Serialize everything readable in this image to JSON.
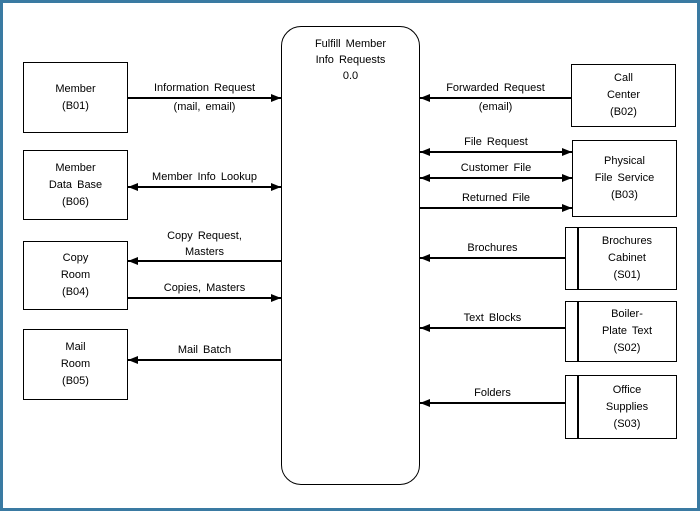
{
  "frame": {
    "border_color": "#3a7aa2",
    "background": "#ffffff"
  },
  "process": {
    "code": "0.0",
    "lines": [
      "Fulfill Member",
      "Info Requests",
      "0.0"
    ]
  },
  "entities": [
    {
      "name": "member",
      "code": "B01",
      "lines": [
        "Member",
        "(B01)"
      ]
    },
    {
      "name": "member-data-base",
      "code": "B06",
      "lines": [
        "Member",
        "Data Base",
        "(B06)"
      ]
    },
    {
      "name": "copy-room",
      "code": "B04",
      "lines": [
        "Copy",
        "Room",
        "(B04)"
      ]
    },
    {
      "name": "mail-room",
      "code": "B05",
      "lines": [
        "Mail",
        "Room",
        "(B05)"
      ]
    },
    {
      "name": "call-center",
      "code": "B02",
      "lines": [
        "Call",
        "Center",
        "(B02)"
      ]
    },
    {
      "name": "physical-file-service",
      "code": "B03",
      "lines": [
        "Physical",
        "File Service",
        "(B03)"
      ]
    },
    {
      "name": "brochures-cabinet",
      "code": "S01",
      "datastore": true,
      "lines": [
        "Brochures",
        "Cabinet",
        "(S01)"
      ]
    },
    {
      "name": "boiler-plate-text",
      "code": "S02",
      "datastore": true,
      "lines": [
        "Boiler-",
        "Plate Text",
        "(S02)"
      ]
    },
    {
      "name": "office-supplies",
      "code": "S03",
      "datastore": true,
      "lines": [
        "Office",
        "Supplies",
        "(S03)"
      ]
    }
  ],
  "flows": [
    {
      "name": "information-request",
      "labels": [
        "Information Request",
        "(mail, email)"
      ],
      "between": [
        "B01",
        "0.0"
      ],
      "direction": "to-process"
    },
    {
      "name": "member-info-lookup",
      "labels": [
        "Member Info Lookup"
      ],
      "between": [
        "B06",
        "0.0"
      ],
      "direction": "both"
    },
    {
      "name": "copy-request-masters",
      "labels": [
        "Copy Request,",
        "Masters"
      ],
      "between": [
        "0.0",
        "B04"
      ],
      "direction": "to-entity"
    },
    {
      "name": "copies-masters",
      "labels": [
        "Copies, Masters"
      ],
      "between": [
        "B04",
        "0.0"
      ],
      "direction": "to-process"
    },
    {
      "name": "mail-batch",
      "labels": [
        "Mail Batch"
      ],
      "between": [
        "0.0",
        "B05"
      ],
      "direction": "to-entity"
    },
    {
      "name": "forwarded-request",
      "labels": [
        "Forwarded Request",
        "(email)"
      ],
      "between": [
        "B02",
        "0.0"
      ],
      "direction": "to-process"
    },
    {
      "name": "file-request",
      "labels": [
        "File Request"
      ],
      "between": [
        "0.0",
        "B03"
      ],
      "direction": "both"
    },
    {
      "name": "customer-file",
      "labels": [
        "Customer File"
      ],
      "between": [
        "0.0",
        "B03"
      ],
      "direction": "both"
    },
    {
      "name": "returned-file",
      "labels": [
        "Returned File"
      ],
      "between": [
        "0.0",
        "B03"
      ],
      "direction": "to-entity"
    },
    {
      "name": "brochures",
      "labels": [
        "Brochures"
      ],
      "between": [
        "S01",
        "0.0"
      ],
      "direction": "to-process"
    },
    {
      "name": "text-blocks",
      "labels": [
        "Text Blocks"
      ],
      "between": [
        "S02",
        "0.0"
      ],
      "direction": "to-process"
    },
    {
      "name": "folders",
      "labels": [
        "Folders"
      ],
      "between": [
        "S03",
        "0.0"
      ],
      "direction": "to-process"
    }
  ]
}
